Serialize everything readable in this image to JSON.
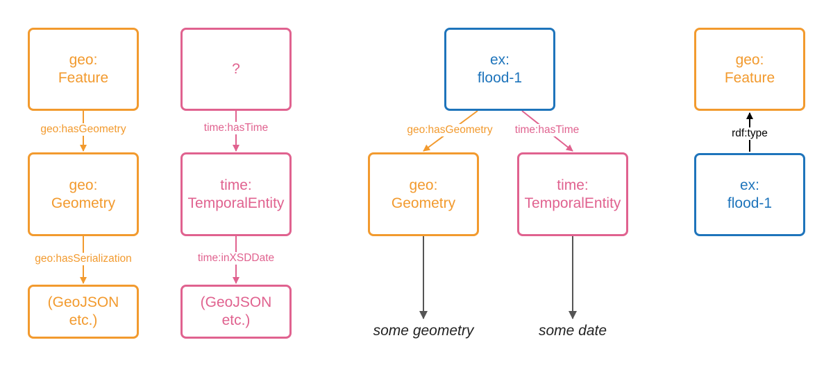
{
  "colors": {
    "orange": "#F29A2E",
    "pink": "#E0628F",
    "blue": "#1E74BB",
    "gray": "#555555",
    "black": "#000000"
  },
  "boxes": {
    "feature_1": {
      "text": "geo:\nFeature",
      "color": "orange"
    },
    "geometry_1": {
      "text": "geo:\nGeometry",
      "color": "orange"
    },
    "geojson_1": {
      "text": "(GeoJSON\netc.)",
      "color": "orange"
    },
    "unknown": {
      "text": "?",
      "color": "pink"
    },
    "temporal_1": {
      "text": "time:\nTemporalEntity",
      "color": "pink"
    },
    "geojson_2": {
      "text": "(GeoJSON\netc.)",
      "color": "pink"
    },
    "flood_1": {
      "text": "ex:\nflood-1",
      "color": "blue"
    },
    "geometry_2": {
      "text": "geo:\nGeometry",
      "color": "orange"
    },
    "temporal_2": {
      "text": "time:\nTemporalEntity",
      "color": "pink"
    },
    "feature_2": {
      "text": "geo:\nFeature",
      "color": "orange"
    },
    "flood_2": {
      "text": "ex:\nflood-1",
      "color": "blue"
    }
  },
  "edges": {
    "has_geometry_1": {
      "label": "geo:hasGeometry",
      "color": "orange"
    },
    "has_serialization": {
      "label": "geo:hasSerialization",
      "color": "orange"
    },
    "has_time_1": {
      "label": "time:hasTime",
      "color": "pink"
    },
    "in_xsd_date": {
      "label": "time:inXSDDate",
      "color": "pink"
    },
    "has_geometry_2": {
      "label": "geo:hasGeometry",
      "color": "orange"
    },
    "has_time_2": {
      "label": "time:hasTime",
      "color": "pink"
    },
    "rdf_type": {
      "label": "rdf:type",
      "color": "black"
    }
  },
  "literals": {
    "some_geometry": "some geometry",
    "some_date": "some date"
  }
}
